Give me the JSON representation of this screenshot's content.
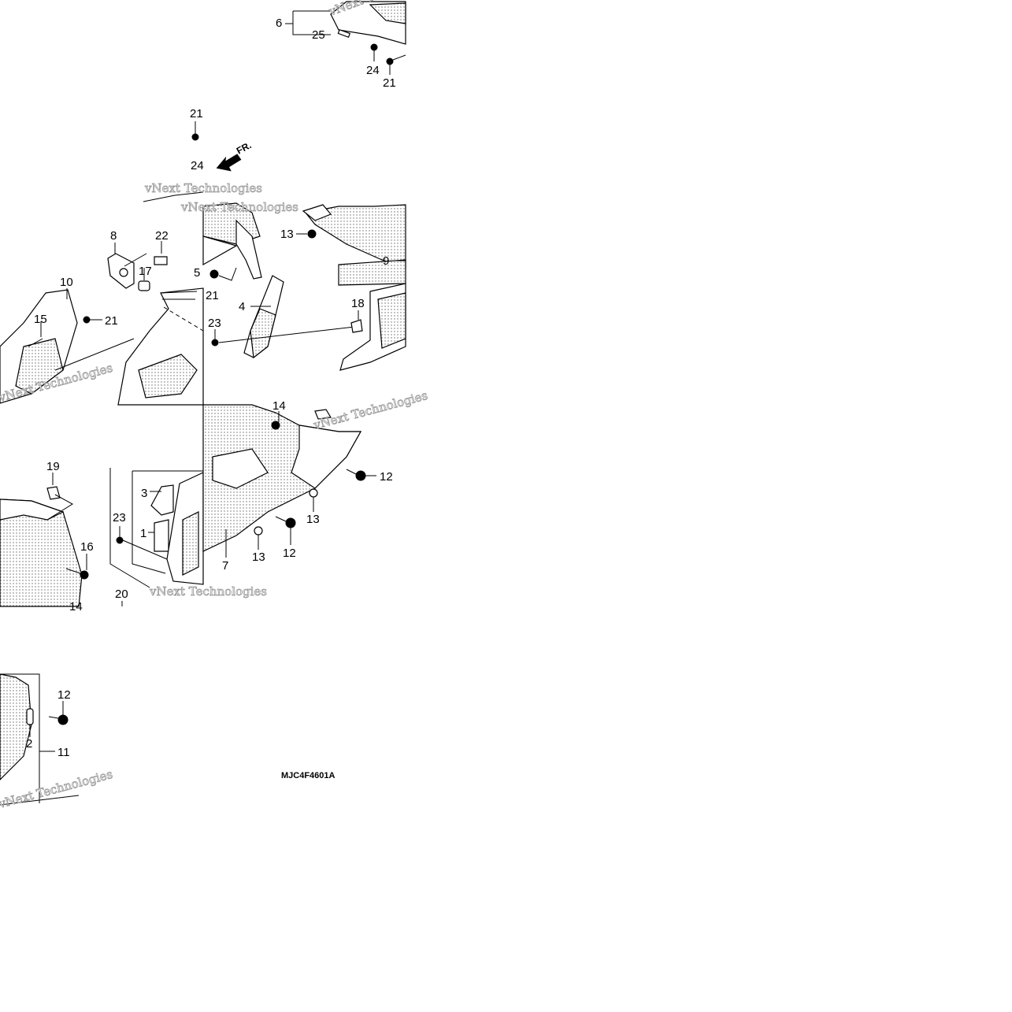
{
  "diagram": {
    "code": "MJC4F4601A",
    "direction_label": "FR.",
    "watermark_text": "vNext Technologies",
    "callouts": [
      "1",
      "2",
      "3",
      "4",
      "5",
      "6",
      "7",
      "8",
      "9",
      "10",
      "11",
      "12",
      "13",
      "14",
      "15",
      "16",
      "17",
      "18",
      "19",
      "20",
      "21",
      "22",
      "23",
      "24",
      "25"
    ]
  }
}
